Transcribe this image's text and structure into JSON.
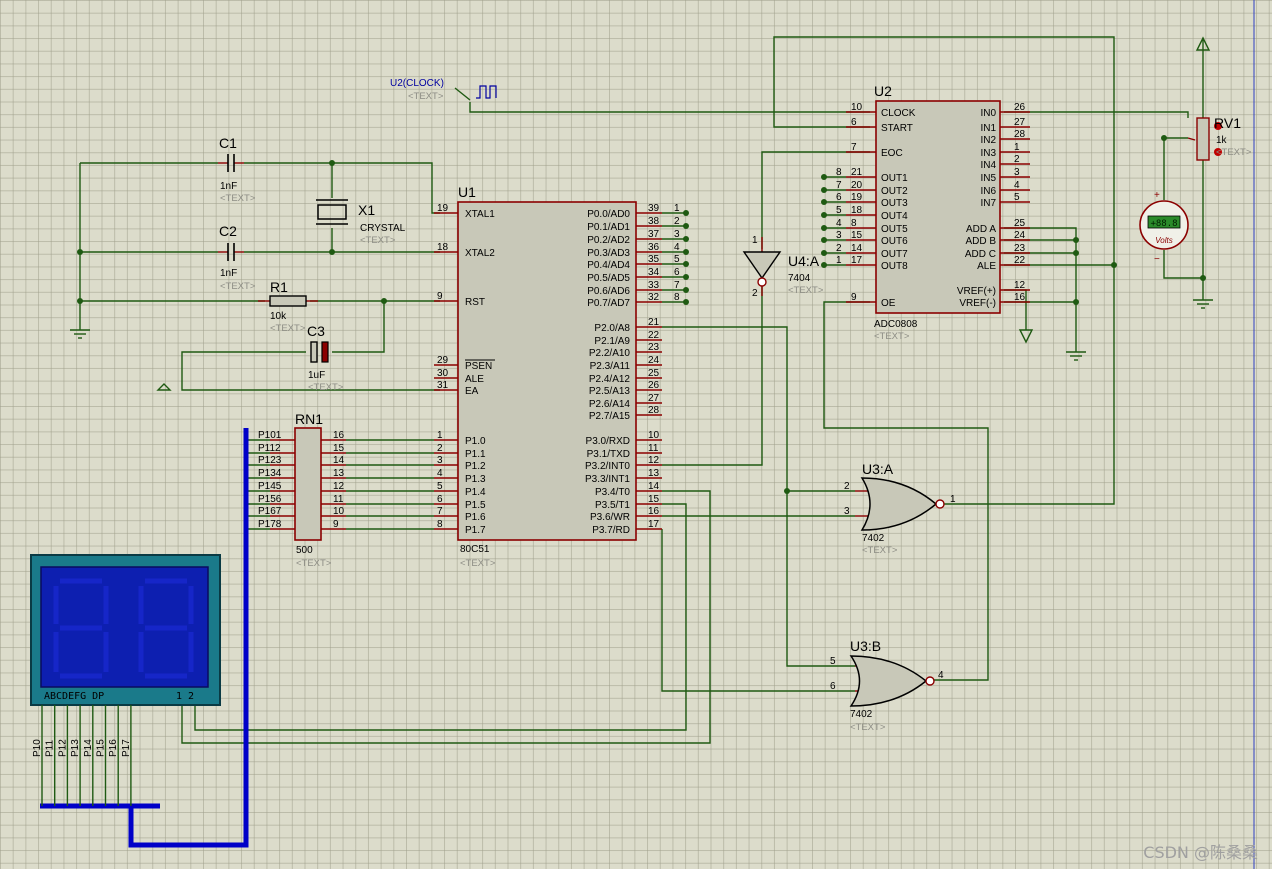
{
  "u1": {
    "ref": "U1",
    "part": "80C51",
    "text": "<TEXT>",
    "left_pins": [
      {
        "num": "19",
        "name": "XTAL1"
      },
      {
        "num": "18",
        "name": "XTAL2"
      },
      {
        "num": "9",
        "name": "RST"
      },
      {
        "num": "29",
        "name": "PSEN"
      },
      {
        "num": "30",
        "name": "ALE"
      },
      {
        "num": "31",
        "name": "EA"
      },
      {
        "num": "1",
        "name": "P1.0"
      },
      {
        "num": "2",
        "name": "P1.1"
      },
      {
        "num": "3",
        "name": "P1.2"
      },
      {
        "num": "4",
        "name": "P1.3"
      },
      {
        "num": "5",
        "name": "P1.4"
      },
      {
        "num": "6",
        "name": "P1.5"
      },
      {
        "num": "7",
        "name": "P1.6"
      },
      {
        "num": "8",
        "name": "P1.7"
      }
    ],
    "right_pins": [
      {
        "num": "39",
        "name": "P0.0/AD0"
      },
      {
        "num": "38",
        "name": "P0.1/AD1"
      },
      {
        "num": "37",
        "name": "P0.2/AD2"
      },
      {
        "num": "36",
        "name": "P0.3/AD3"
      },
      {
        "num": "35",
        "name": "P0.4/AD4"
      },
      {
        "num": "34",
        "name": "P0.5/AD5"
      },
      {
        "num": "33",
        "name": "P0.6/AD6"
      },
      {
        "num": "32",
        "name": "P0.7/AD7"
      },
      {
        "num": "21",
        "name": "P2.0/A8"
      },
      {
        "num": "22",
        "name": "P2.1/A9"
      },
      {
        "num": "23",
        "name": "P2.2/A10"
      },
      {
        "num": "24",
        "name": "P2.3/A11"
      },
      {
        "num": "25",
        "name": "P2.4/A12"
      },
      {
        "num": "26",
        "name": "P2.5/A13"
      },
      {
        "num": "27",
        "name": "P2.6/A14"
      },
      {
        "num": "28",
        "name": "P2.7/A15"
      },
      {
        "num": "10",
        "name": "P3.0/RXD"
      },
      {
        "num": "11",
        "name": "P3.1/TXD"
      },
      {
        "num": "12",
        "name": "P3.2/INT0"
      },
      {
        "num": "13",
        "name": "P3.3/INT1"
      },
      {
        "num": "14",
        "name": "P3.4/T0"
      },
      {
        "num": "15",
        "name": "P3.5/T1"
      },
      {
        "num": "16",
        "name": "P3.6/WR"
      },
      {
        "num": "17",
        "name": "P3.7/RD"
      }
    ],
    "right_pin_nums2": [
      "1",
      "2",
      "3",
      "4",
      "5",
      "6",
      "7",
      "8"
    ]
  },
  "u2": {
    "ref": "U2",
    "part": "ADC0808",
    "text": "<TEXT>",
    "left_pins": [
      {
        "num": "10",
        "name": "CLOCK"
      },
      {
        "num": "6",
        "name": "START"
      },
      {
        "num": "7",
        "name": "EOC"
      },
      {
        "num": "21",
        "name": "OUT1"
      },
      {
        "num": "20",
        "name": "OUT2"
      },
      {
        "num": "19",
        "name": "OUT3"
      },
      {
        "num": "18",
        "name": "OUT4"
      },
      {
        "num": "8",
        "name": "OUT5"
      },
      {
        "num": "15",
        "name": "OUT6"
      },
      {
        "num": "14",
        "name": "OUT7"
      },
      {
        "num": "17",
        "name": "OUT8"
      },
      {
        "num": "9",
        "name": "OE"
      }
    ],
    "left_bus_nums": [
      "8",
      "7",
      "6",
      "5",
      "4",
      "3",
      "2",
      "1"
    ],
    "right_pins": [
      {
        "num": "26",
        "name": "IN0"
      },
      {
        "num": "27",
        "name": "IN1"
      },
      {
        "num": "28",
        "name": "IN2"
      },
      {
        "num": "1",
        "name": "IN3"
      },
      {
        "num": "2",
        "name": "IN4"
      },
      {
        "num": "3",
        "name": "IN5"
      },
      {
        "num": "4",
        "name": "IN6"
      },
      {
        "num": "5",
        "name": "IN7"
      },
      {
        "num": "25",
        "name": "ADD A"
      },
      {
        "num": "24",
        "name": "ADD B"
      },
      {
        "num": "23",
        "name": "ADD C"
      },
      {
        "num": "22",
        "name": "ALE"
      },
      {
        "num": "12",
        "name": "VREF(+)"
      },
      {
        "num": "16",
        "name": "VREF(-)"
      }
    ]
  },
  "clock_gen": {
    "label": "U2(CLOCK)",
    "text": "<TEXT>"
  },
  "c1": {
    "ref": "C1",
    "value": "1nF",
    "text": "<TEXT>"
  },
  "c2": {
    "ref": "C2",
    "value": "1nF",
    "text": "<TEXT>"
  },
  "c3": {
    "ref": "C3",
    "value": "1uF",
    "text": "<TEXT>"
  },
  "r1": {
    "ref": "R1",
    "value": "10k",
    "text": "<TEXT>"
  },
  "x1": {
    "ref": "X1",
    "value": "CRYSTAL",
    "text": "<TEXT>"
  },
  "rn1": {
    "ref": "RN1",
    "value": "500",
    "text": "<TEXT>",
    "left_labels": [
      "P101",
      "P112",
      "P123",
      "P134",
      "P145",
      "P156",
      "P167",
      "P178"
    ],
    "left_nums": [
      "1",
      "2",
      "3",
      "4",
      "5",
      "6",
      "7",
      "8"
    ],
    "right_nums": [
      "16",
      "15",
      "14",
      "13",
      "12",
      "11",
      "10",
      "9"
    ]
  },
  "u4a": {
    "ref": "U4:A",
    "part": "7404",
    "text": "<TEXT>",
    "pin_in": "1",
    "pin_out": "2"
  },
  "u3a": {
    "ref": "U3:A",
    "part": "7402",
    "text": "<TEXT>",
    "pins": [
      "2",
      "3",
      "1"
    ]
  },
  "u3b": {
    "ref": "U3:B",
    "part": "7402",
    "text": "<TEXT>",
    "pins": [
      "5",
      "6",
      "4"
    ]
  },
  "rv1": {
    "ref": "RV1",
    "value": "1k",
    "text": "<TEXT>"
  },
  "voltmeter": {
    "reading": "+88.8",
    "unit": "Volts"
  },
  "display": {
    "segment_labels": "ABCDEFG DP",
    "digit_labels": "1 2",
    "pin_labels": [
      "P10",
      "P11",
      "P12",
      "P13",
      "P14",
      "P15",
      "P16",
      "P17"
    ]
  },
  "watermark": "CSDN @陈桑桑",
  "colors": {
    "wire": "#1f5a12",
    "pin": "#8b0000",
    "bus": "#0000c8",
    "chip_fill": "#c8c8b8"
  }
}
